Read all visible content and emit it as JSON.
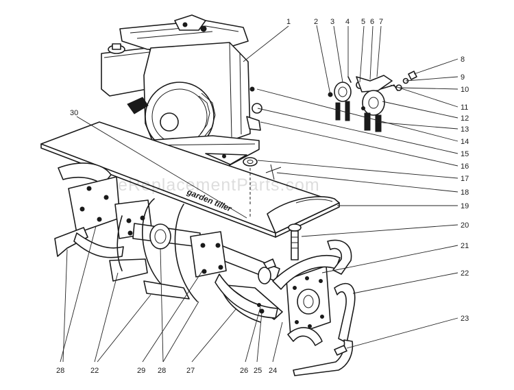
{
  "hood_label": "garden tiller",
  "watermark": "eReplacementParts.com",
  "callouts": [
    "1",
    "2",
    "3",
    "4",
    "5",
    "6",
    "7",
    "8",
    "9",
    "10",
    "11",
    "12",
    "13",
    "14",
    "15",
    "16",
    "17",
    "18",
    "19",
    "20",
    "21",
    "22",
    "23",
    "28",
    "22",
    "29",
    "28",
    "27",
    "26",
    "25",
    "24",
    "30"
  ],
  "colors": {
    "ink": "#1a1a1a",
    "paper": "#ffffff"
  }
}
